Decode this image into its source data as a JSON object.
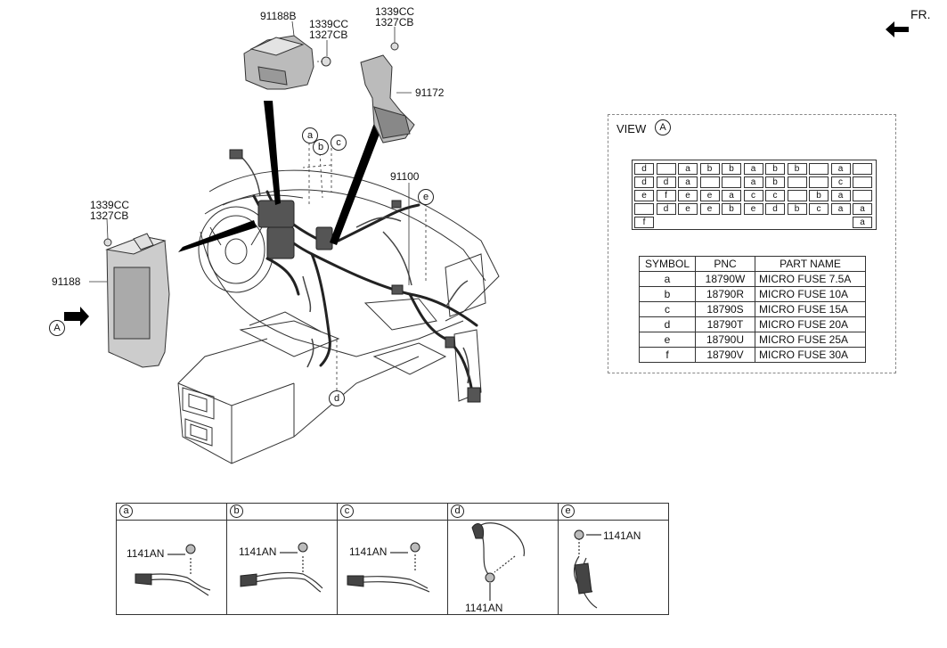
{
  "orientation": {
    "label": "FR."
  },
  "callouts": {
    "p91188B": "91188B",
    "bolt_top_1": "1339CC",
    "bolt_top_2": "1327CB",
    "bolt_right_1": "1339CC",
    "bolt_right_2": "1327CB",
    "p91172": "91172",
    "p91100": "91100",
    "bolt_left_1": "1339CC",
    "bolt_left_2": "1327CB",
    "p91188": "91188",
    "view_marker": "A",
    "letters": {
      "a": "a",
      "b": "b",
      "c": "c",
      "d": "d",
      "e": "e"
    }
  },
  "view": {
    "title": "VIEW",
    "marker": "A",
    "fuse_rows": [
      [
        "d",
        "",
        "a",
        "b",
        "b",
        "a",
        "b",
        "b",
        "",
        "a",
        ""
      ],
      [
        "d",
        "d",
        "a",
        "",
        "",
        "a",
        "b",
        "",
        "",
        "c",
        ""
      ],
      [
        "e",
        "f",
        "e",
        "e",
        "a",
        "c",
        "c",
        "",
        "b",
        "a",
        ""
      ],
      [
        "",
        "d",
        "e",
        "e",
        "b",
        "e",
        "d",
        "b",
        "c",
        "a",
        "a"
      ]
    ],
    "bottom_row": {
      "left": "f",
      "right": "a"
    }
  },
  "parts_table": {
    "headers": [
      "SYMBOL",
      "PNC",
      "PART NAME"
    ],
    "rows": [
      [
        "a",
        "18790W",
        "MICRO FUSE 7.5A"
      ],
      [
        "b",
        "18790R",
        "MICRO FUSE 10A"
      ],
      [
        "c",
        "18790S",
        "MICRO FUSE 15A"
      ],
      [
        "d",
        "18790T",
        "MICRO FUSE 20A"
      ],
      [
        "e",
        "18790U",
        "MICRO FUSE 25A"
      ],
      [
        "f",
        "18790V",
        "MICRO FUSE 30A"
      ]
    ]
  },
  "details": [
    {
      "letter": "a",
      "part": "1141AN"
    },
    {
      "letter": "b",
      "part": "1141AN"
    },
    {
      "letter": "c",
      "part": "1141AN"
    },
    {
      "letter": "d",
      "part": "1141AN"
    },
    {
      "letter": "e",
      "part": "1141AN"
    }
  ]
}
